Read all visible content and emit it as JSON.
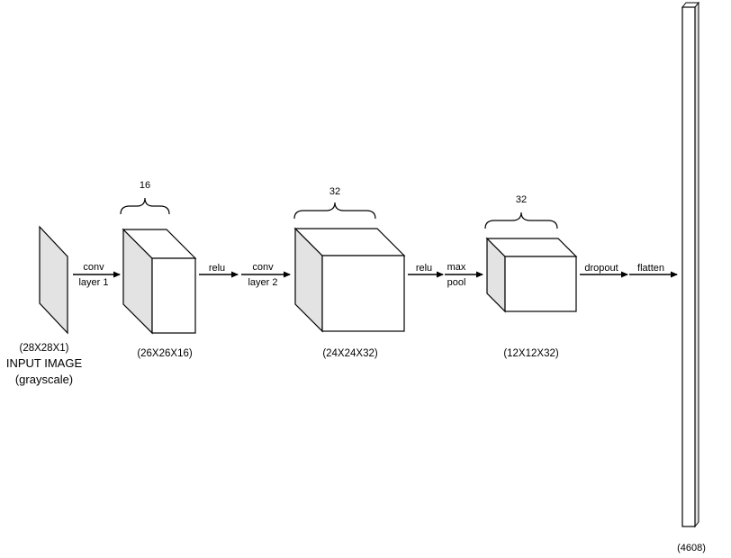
{
  "input": {
    "dims": "(28X28X1)",
    "name": "INPUT IMAGE",
    "note": "(grayscale)"
  },
  "layers": [
    {
      "dims": "(26X26X16)",
      "depth": "16"
    },
    {
      "dims": "(24X24X32)",
      "depth": "32"
    },
    {
      "dims": "(12X12X32)",
      "depth": "32"
    }
  ],
  "ops": {
    "conv1": [
      "conv",
      "layer 1"
    ],
    "relu1": "relu",
    "conv2": [
      "conv",
      "layer 2"
    ],
    "relu2": "relu",
    "pool": [
      "max",
      "pool"
    ],
    "dropout": "dropout",
    "flatten": "flatten"
  },
  "output": {
    "dims": "(4608)"
  },
  "colors": {
    "stroke": "#000000",
    "face": "#ffffff",
    "side": "#e3e3e3"
  }
}
